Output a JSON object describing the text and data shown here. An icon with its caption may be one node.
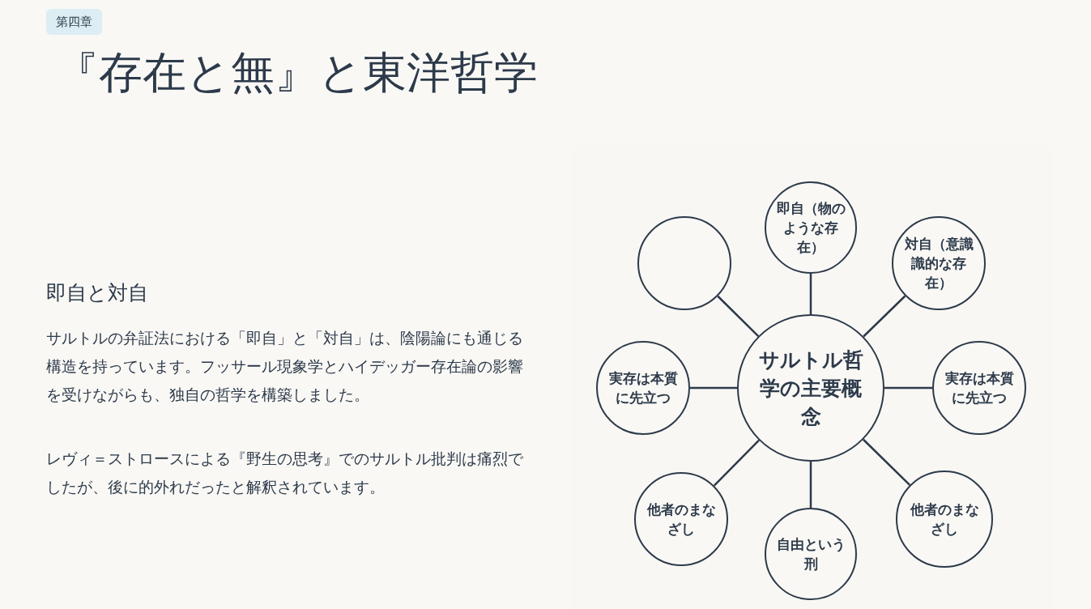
{
  "diagram": {
    "title": "『存在と無』と東洋哲学",
    "nodes": [
      {
        "text": [
          "サルトル哲学の主要概念"
        ]
      },
      {
        "text": [
          "即自（物のような存在）"
        ]
      },
      {
        "text": [],
        "shape": "circle"
      },
      {
        "text": [
          "対自（意識識的な存在）"
        ]
      },
      {
        "text": [
          "実存は本質に先立つ"
        ]
      },
      {
        "text": [
          "実存は本質に先立つ"
        ]
      },
      {
        "text": [
          "他者のまなざし"
        ]
      },
      {
        "text": [
          "自由という刑"
        ]
      },
      {
        "text": [
          "他者のまなざし"
        ]
      }
    ],
    "edges": [
      {
        "from": 0,
        "to": 1,
        "arrow": "none"
      },
      {
        "from": 0,
        "to": 2,
        "arrow": "none"
      },
      {
        "from": 0,
        "to": 3,
        "arrow": "none"
      },
      {
        "from": 0,
        "to": 4,
        "arrow": "none"
      },
      {
        "from": 0,
        "to": 5,
        "arrow": "none"
      },
      {
        "from": 0,
        "to": 6,
        "arrow": "none"
      },
      {
        "from": 0,
        "to": 7,
        "arrow": "none"
      },
      {
        "from": 0,
        "to": 8,
        "arrow": "none"
      }
    ],
    "labels": [
      "第四章",
      "即自と対自",
      "サルトルの弁証法における「即自」と「対自」は、陰陽論にも通じる構造を持っています。フッサール現象学とハイデッガー存在論の影響を受けながらも、独自の哲学を構築しました。",
      "レヴィ＝ストロースによる『野生の思考』でのサルトル批判は痛烈でしたが、後に的外れだったと解釈されています。"
    ]
  }
}
